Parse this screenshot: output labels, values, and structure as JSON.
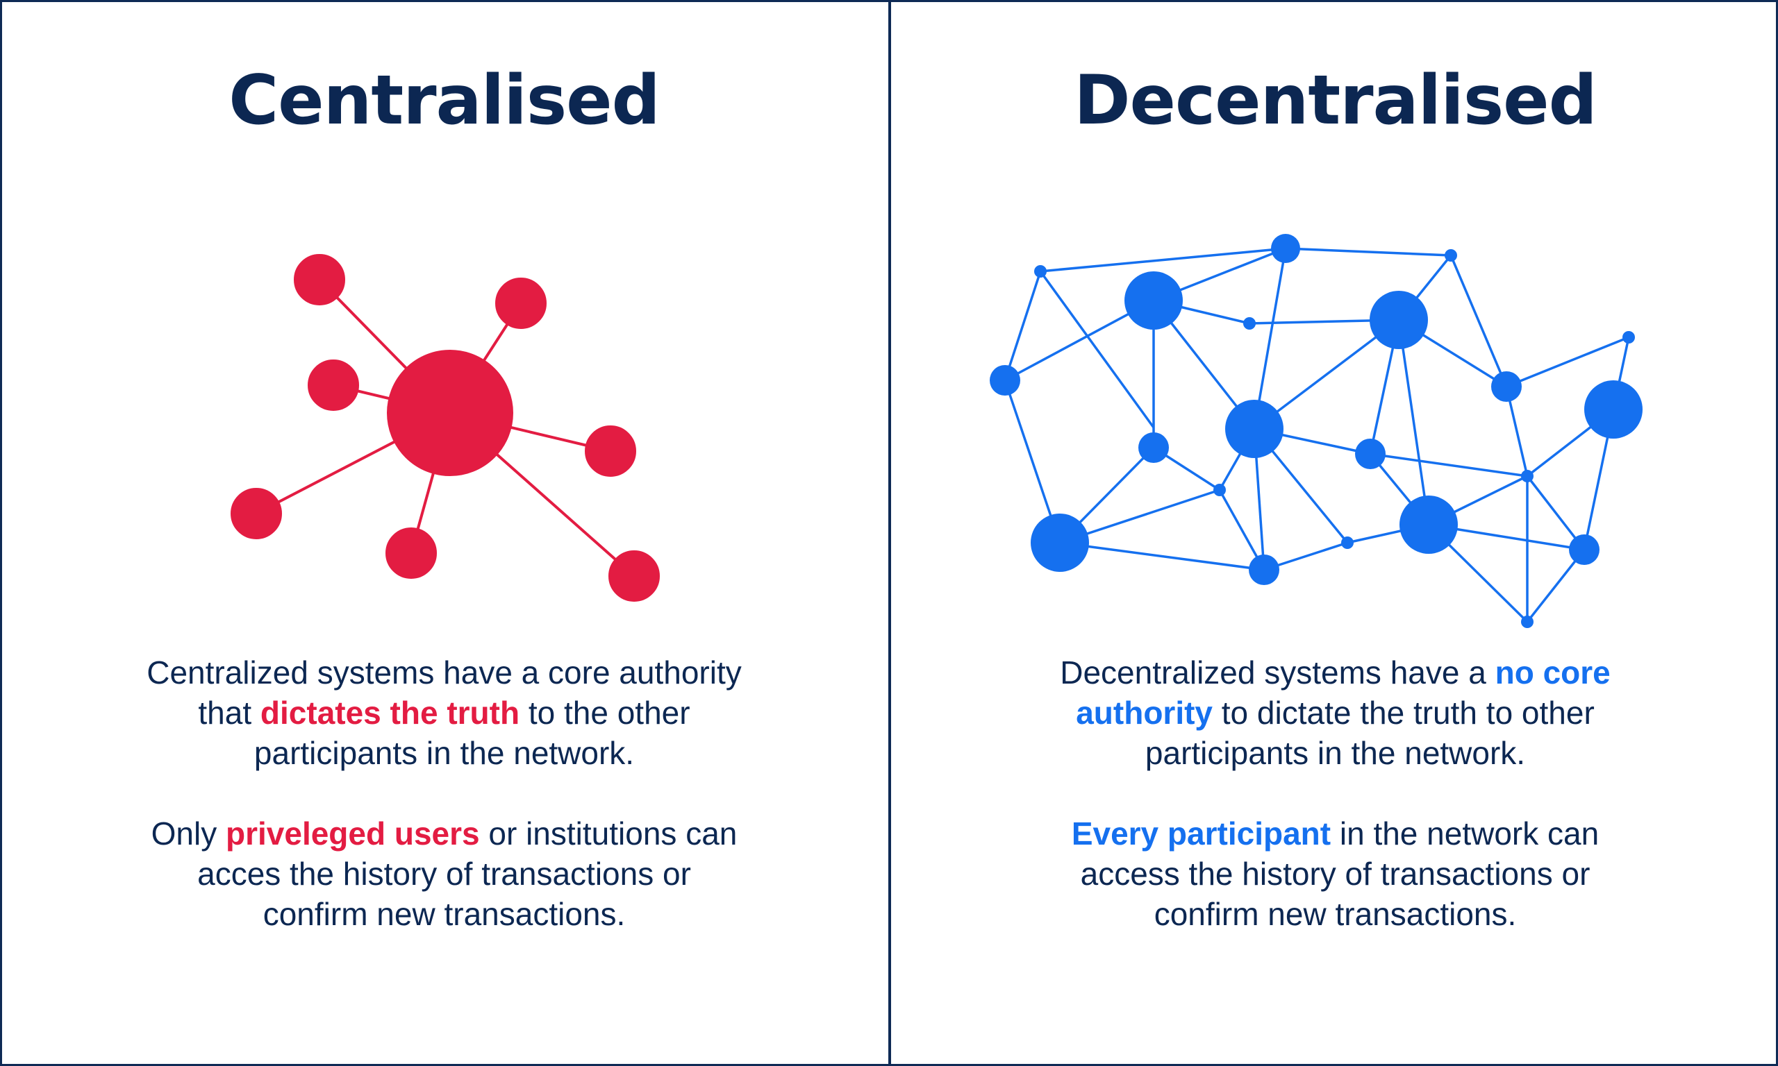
{
  "left": {
    "title": "Centralised",
    "color": "#e31c42",
    "paragraph1": {
      "line1": "Centralized systems have a core authority",
      "line2_prefix": "that ",
      "line2_highlight": "dictates the truth",
      "line2_suffix": " to the other",
      "line3": "participants in the network."
    },
    "paragraph2": {
      "line1_prefix": "Only ",
      "line1_highlight": "priveleged users",
      "line1_suffix": " or institutions can",
      "line2": "acces the history of transactions or",
      "line3": "confirm new transactions."
    }
  },
  "right": {
    "title": "Decentralised",
    "color": "#1570ef",
    "paragraph1": {
      "line1_prefix": "Decentralized systems have a ",
      "line1_highlight": "no core",
      "line2_highlight": "authority",
      "line2_suffix": " to dictate the truth to other",
      "line3": "participants in the network."
    },
    "paragraph2": {
      "line1_highlight": "Every participant",
      "line1_suffix": " in the network can",
      "line2": "access the history of transactions or",
      "line3": "confirm new transactions."
    }
  },
  "border_color": "#0e2a55",
  "text_color": "#0c2752"
}
